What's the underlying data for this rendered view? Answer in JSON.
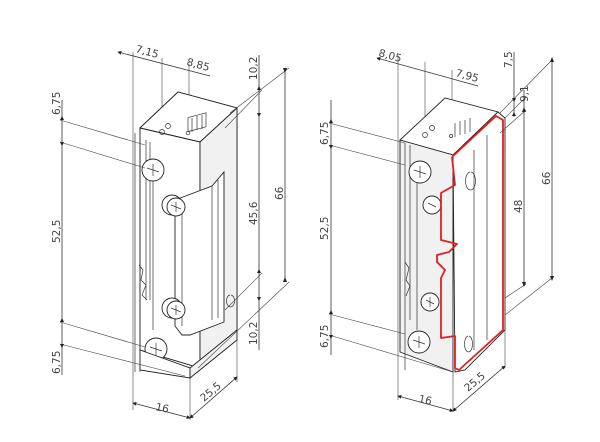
{
  "drawing": {
    "type": "isometric technical drawing",
    "accent_color": "#e02020",
    "left_view": {
      "name": "electric strike standard faceplate",
      "dimensions": {
        "top_offset_a": "7,15",
        "top_offset_b": "8,85",
        "right_top": "10,2",
        "right_mid": "45,6",
        "right_bottom": "10,2",
        "total_height": "66",
        "left_top": "6,75",
        "left_mid": "52,5",
        "left_bottom": "6,75",
        "width": "16",
        "depth": "25,5"
      }
    },
    "right_view": {
      "name": "electric strike with highlighted faceplate",
      "dimensions": {
        "top_offset_a": "8,05",
        "top_offset_b": "7,95",
        "right_top": "7,5",
        "right_offset": "9,1",
        "right_mid": "48",
        "total_height": "66",
        "left_top": "6,75",
        "left_mid": "52,5",
        "left_bottom": "6,75",
        "width": "16",
        "depth": "25,5"
      }
    }
  }
}
